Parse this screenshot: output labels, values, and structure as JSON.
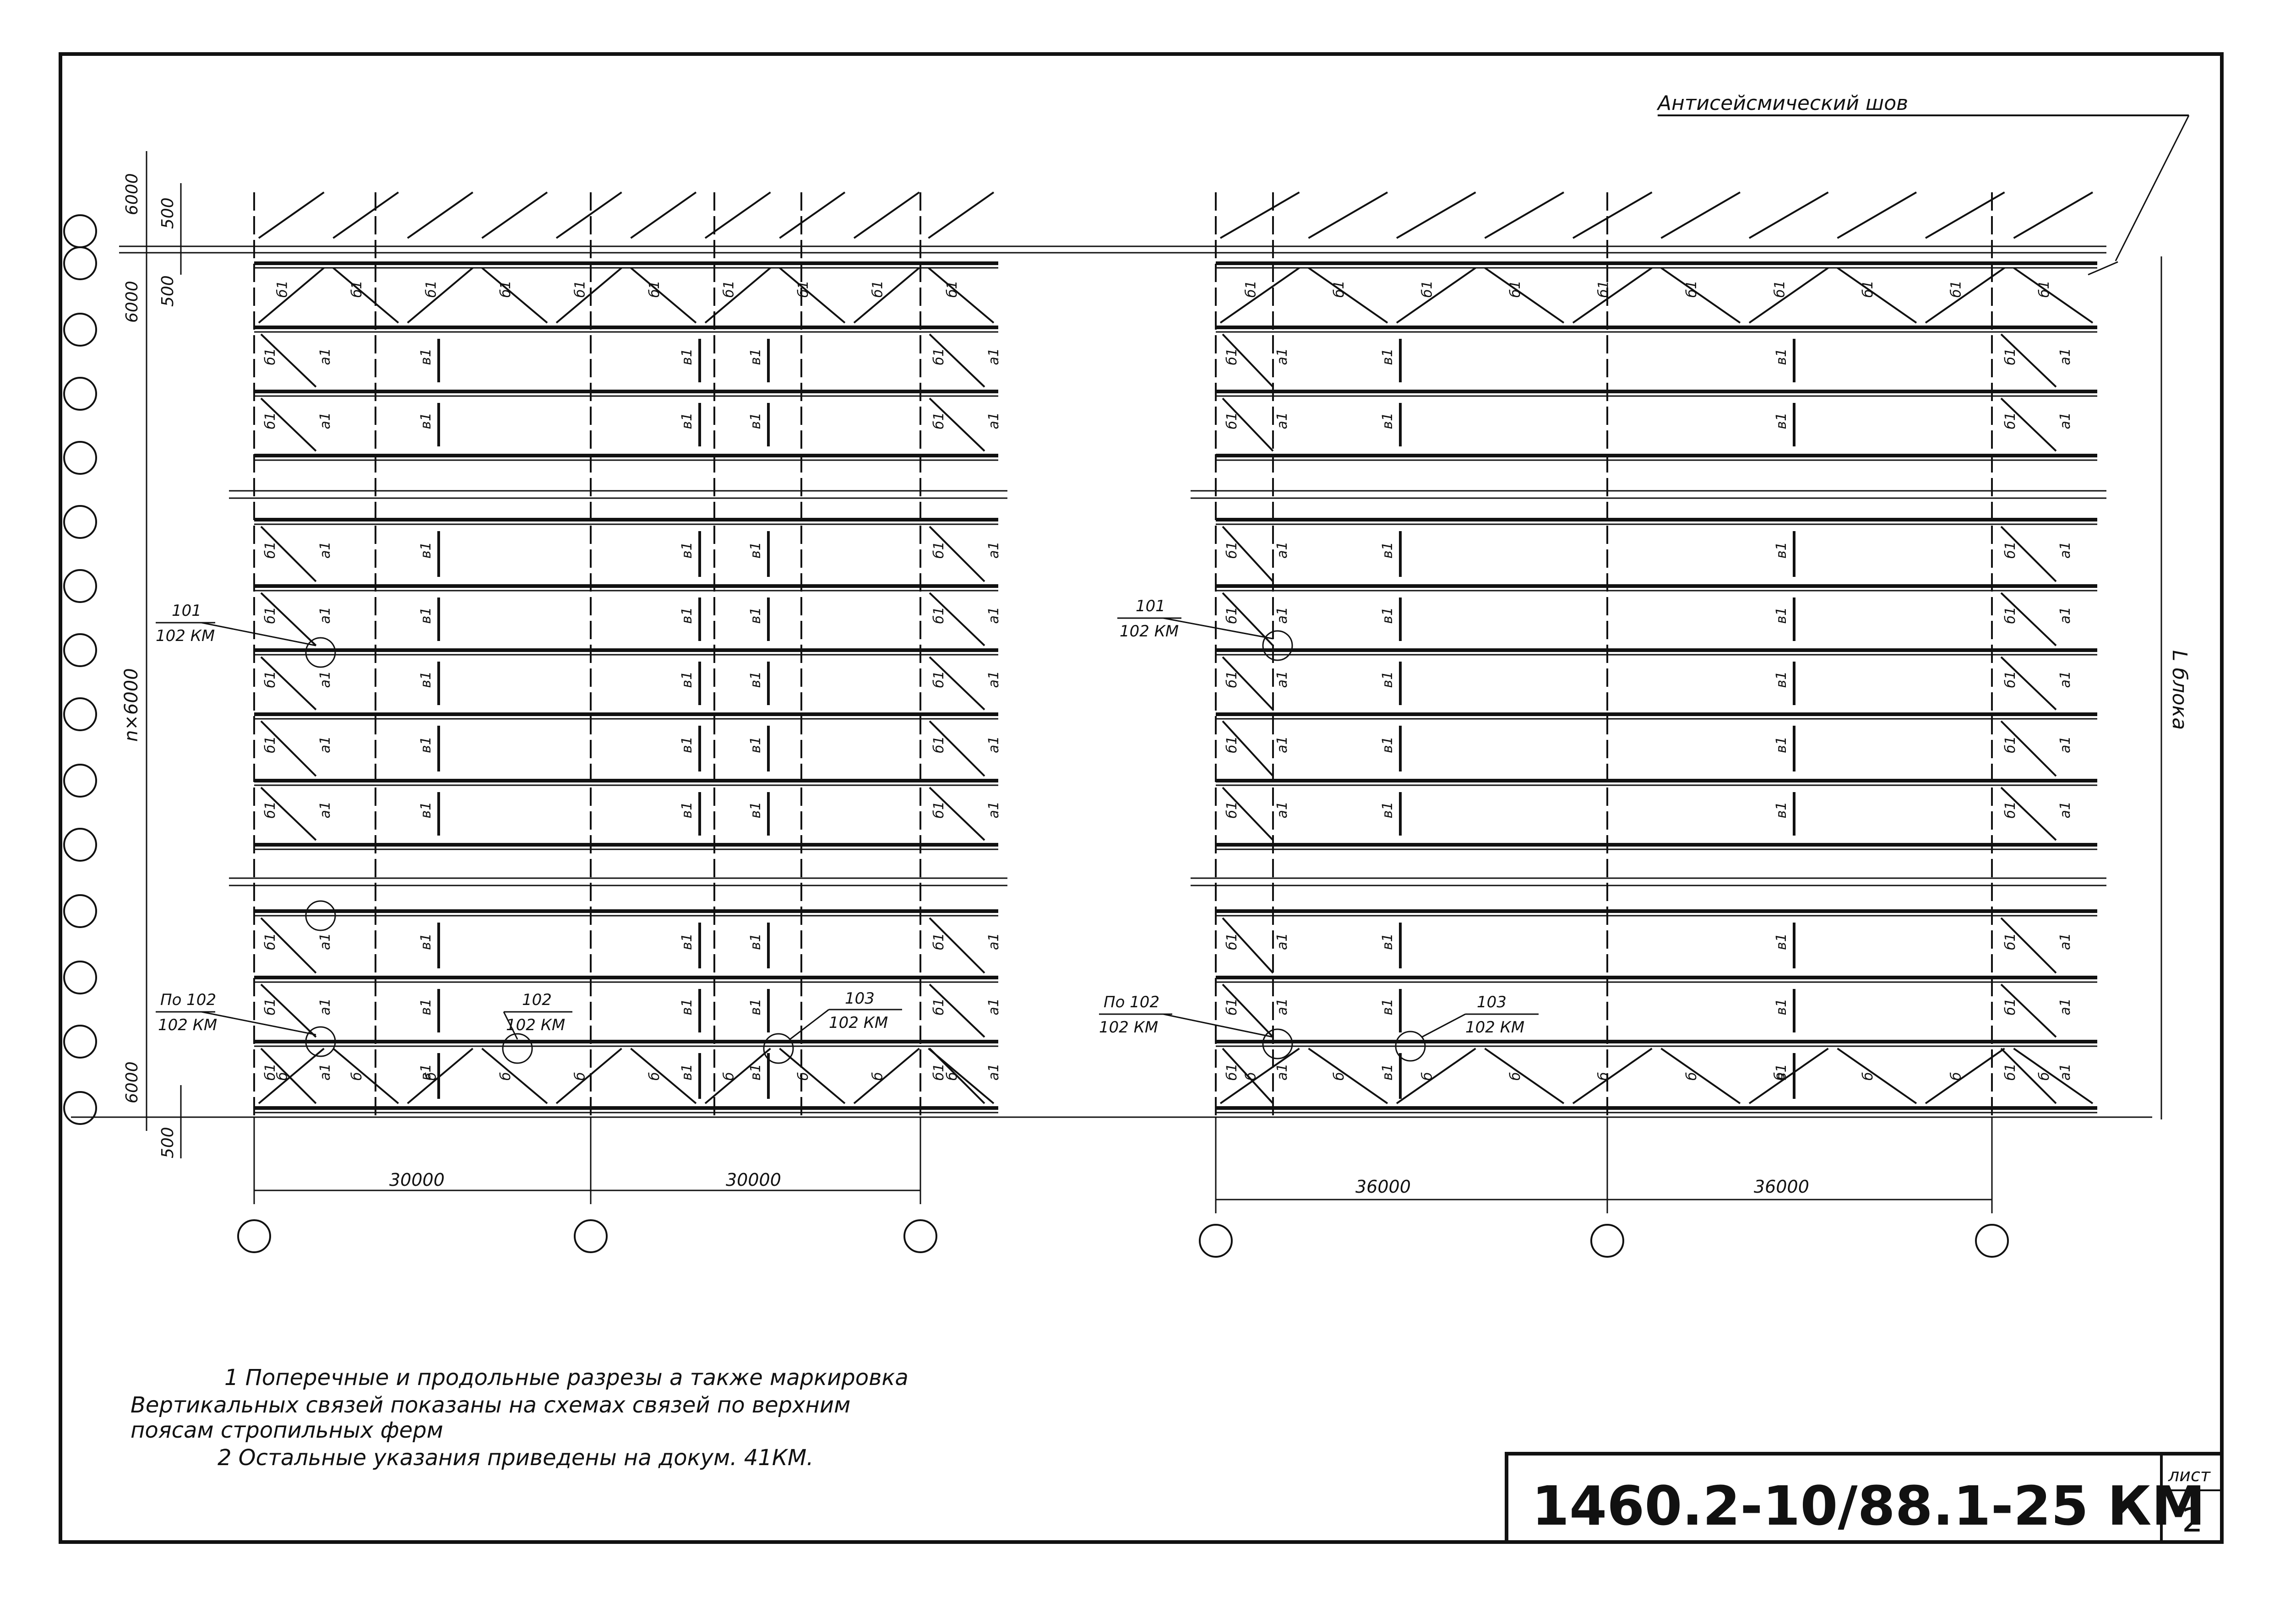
{
  "header": {
    "seismic_joint_label": "Антисейсмический шов"
  },
  "left_block": {
    "span_labels": [
      "30000",
      "30000"
    ],
    "vdim_labels": [
      "6000",
      "500",
      "6000",
      "500",
      "n×6000",
      "6000",
      "500"
    ],
    "callouts": [
      {
        "top": "101",
        "bottom": "102 КМ"
      },
      {
        "top": "По 102",
        "bottom": "102 КМ"
      },
      {
        "top": "102",
        "bottom": "102 КМ"
      },
      {
        "top": "103",
        "bottom": "102 КМ"
      }
    ]
  },
  "right_block": {
    "span_labels": [
      "36000",
      "36000"
    ],
    "block_label": "L блока",
    "callouts": [
      {
        "top": "101",
        "bottom": "102 КМ"
      },
      {
        "top": "По 102",
        "bottom": "102 КМ"
      },
      {
        "top": "103",
        "bottom": "102 КМ"
      }
    ]
  },
  "marks": {
    "a": "а1",
    "b": "б1",
    "b_plain": "б",
    "v": "в1"
  },
  "notes": [
    "1 Поперечные и продольные разрезы а также маркировка",
    "Вертикальных связей показаны на схемах связей по верхним",
    "поясам стропильных ферм",
    "2 Остальные указания приведены на докум. 41КМ."
  ],
  "title_block": {
    "doc_code": "1460.2-10/88.1-25 КМ",
    "sheet_label": "лист",
    "sheet_number": "2"
  }
}
